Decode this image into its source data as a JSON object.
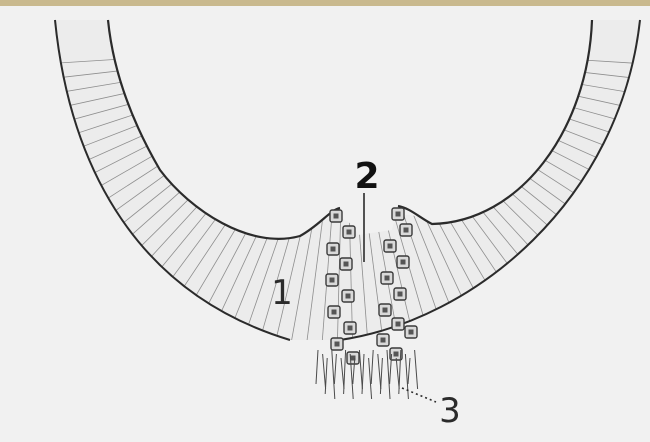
{
  "labels": {
    "label_1": "1",
    "label_2": "2",
    "label_3": "3"
  },
  "colors": {
    "paper": "#f1f1f1",
    "frame": "#c9b98e",
    "ink": "#2b2b2b",
    "hatch": "#6f6f6f",
    "cell_fill": "#d9d9d9"
  }
}
